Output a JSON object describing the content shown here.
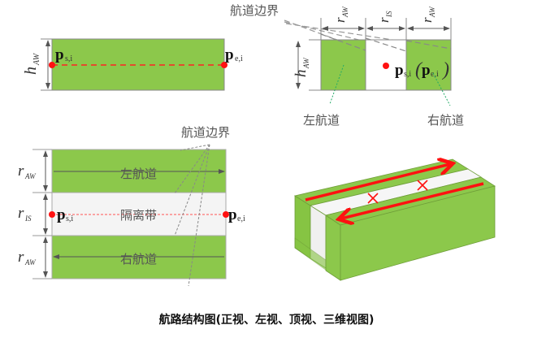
{
  "colors": {
    "lane_green": "#8cc84b",
    "lane_stroke": "#6f9e3a",
    "isolation": "#f4f4f4",
    "marker_red": "#ff1a1a"
  },
  "labels": {
    "h_aw": {
      "main": "h",
      "sub": "AW"
    },
    "r_aw": {
      "main": "r",
      "sub": "AW"
    },
    "r_is": {
      "main": "r",
      "sub": "IS"
    },
    "p_start": {
      "main": "p",
      "sub": "s,i"
    },
    "p_end": {
      "main": "p",
      "sub": "e,i"
    },
    "lane_boundary": "航道边界",
    "left_lane": "左航道",
    "right_lane": "右航道",
    "isolation_zone": "隔离带",
    "paren_open": "(",
    "paren_close": ")"
  },
  "caption": "航路结构图(正视、左视、顶视、三维视图)"
}
